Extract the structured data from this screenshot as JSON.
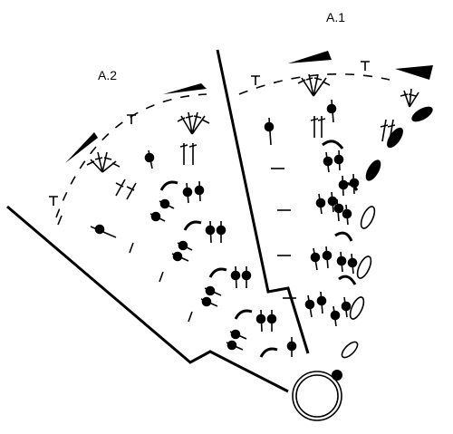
{
  "labels": {
    "chart_a1": "A.1",
    "chart_a2": "A.2"
  },
  "colors": {
    "ink": "#000000",
    "paper": "#ffffff"
  },
  "symbols": [
    "chain-stitch",
    "slip-stitch",
    "double-crochet",
    "treble-crochet",
    "picot",
    "chain-arch",
    "fan-cluster",
    "bobble",
    "magic-ring",
    "direction-arrow"
  ]
}
